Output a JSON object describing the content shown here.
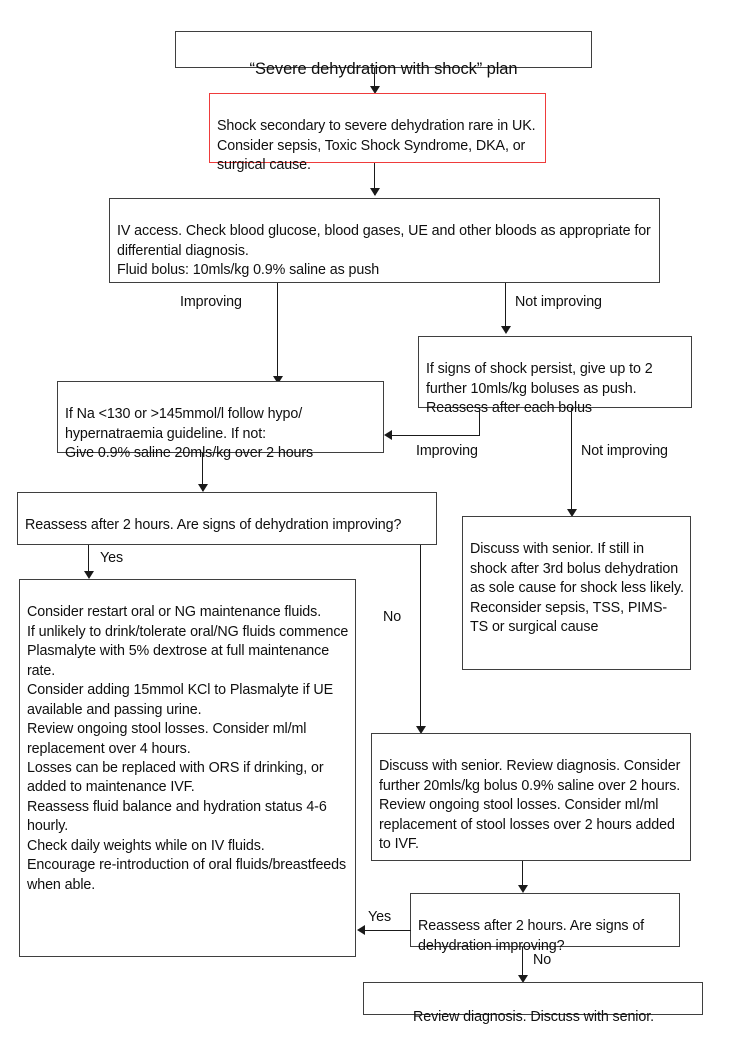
{
  "title": "“Severe dehydration with shock” plan",
  "colors": {
    "alert_border": "#ef3b3b",
    "box_border": "#3f3f3f",
    "connector": "#1a1a1a",
    "text": "#0f0f0f",
    "background": "#ffffff"
  },
  "nodes": {
    "alert": "Shock secondary to severe dehydration rare in UK. Consider sepsis, Toxic Shock Syndrome, DKA, or surgical cause.",
    "iv_access": "IV access. Check blood glucose, blood gases, UE and other bloods as appropriate for differential diagnosis.\nFluid bolus: 10mls/kg  0.9% saline as push",
    "shock_persist": "If signs of shock persist, give up to 2 further 10mls/kg boluses as push. Reassess after each bolus",
    "sodium_check": "If Na <130 or >145mmol/l follow hypo/ hypernatraemia guideline. If not:\nGive 0.9% saline 20mls/kg over 2 hours",
    "reassess_left": "Reassess after 2 hours. Are signs of dehydration improving?",
    "maintenance": "Consider restart oral or NG maintenance fluids.\nIf unlikely to drink/tolerate oral/NG fluids commence Plasmalyte with 5% dextrose at full maintenance rate.\nConsider adding 15mmol KCl to Plasmalyte if UE available and passing urine.\nReview ongoing stool losses.  Consider ml/ml replacement over 4 hours.\nLosses can be replaced with ORS if drinking, or added to maintenance IVF.\nReassess fluid balance and hydration status 4-6 hourly.\nCheck daily weights while on IV fluids.\nEncourage re-introduction of oral fluids/breastfeeds when able.",
    "discuss_senior_shock": "Discuss with senior. If still in shock after 3rd bolus dehydration as sole cause for shock less likely.\nReconsider sepsis, TSS, PIMS-TS or surgical cause",
    "discuss_senior_review": "Discuss with senior. Review diagnosis. Consider further 20mls/kg bolus 0.9% saline over 2 hours.\nReview ongoing stool losses. Consider ml/ml replacement of stool losses over 2 hours added to IVF.",
    "reassess_right": "Reassess after 2 hours. Are signs of dehydration improving?",
    "review_diagnosis": "Review diagnosis. Discuss with senior."
  },
  "edge_labels": {
    "improving_top": "Improving",
    "not_improving_top": "Not improving",
    "improving_mid": "Improving",
    "not_improving_mid": "Not improving",
    "yes_left": "Yes",
    "no_left": "No",
    "yes_bottom": "Yes",
    "no_bottom": "No"
  }
}
